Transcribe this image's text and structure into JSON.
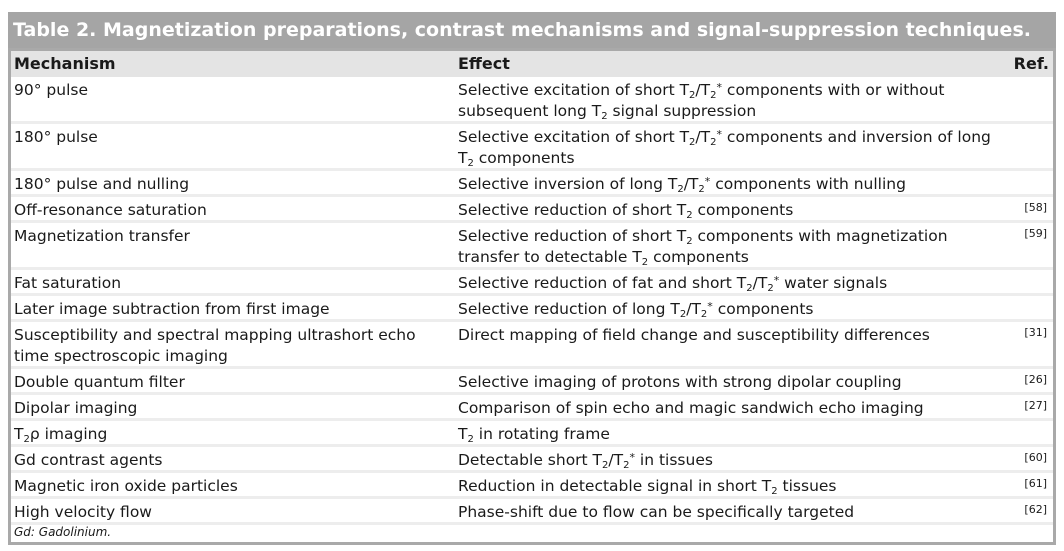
{
  "table": {
    "title": "Table 2. Magnetization preparations, contrast mechanisms and signal-suppression techniques.",
    "headers": {
      "mechanism": "Mechanism",
      "effect": "Effect",
      "ref": "Ref."
    },
    "footnote": "Gd: Gadolinium."
  },
  "rows": [
    {
      "mechanism": "90° pulse",
      "effect": "Selective excitation of short T<sub>2</sub>/T<sub>2</sub><sup>*</sup> components with or without subsequent long T<sub>2</sub> signal suppression",
      "ref": "",
      "size": "h1"
    },
    {
      "mechanism": "180° pulse",
      "effect": "Selective excitation of short T<sub>2</sub>/T<sub>2</sub><sup>*</sup> components and inversion of long T<sub>2</sub> components",
      "ref": "",
      "size": "h1"
    },
    {
      "mechanism": "180° pulse and nulling",
      "effect": "Selective inversion of long T<sub>2</sub>/T<sub>2</sub><sup>*</sup> components with nulling",
      "ref": "",
      "size": "h2"
    },
    {
      "mechanism": "Off-resonance saturation",
      "effect": "Selective reduction of short T<sub>2</sub> components",
      "ref": "[58]",
      "size": "h2"
    },
    {
      "mechanism": "Magnetization transfer",
      "effect": "Selective reduction of short T<sub>2</sub> components with magnetization transfer to detectable T<sub>2</sub> components",
      "ref": "[59]",
      "size": "h1"
    },
    {
      "mechanism": "Fat saturation",
      "effect": "Selective reduction of fat and short T<sub>2</sub>/T<sub>2</sub><sup>*</sup> water signals",
      "ref": "",
      "size": "h2"
    },
    {
      "mechanism": "Later image subtraction from first image",
      "effect": "Selective reduction of long T<sub>2</sub>/T<sub>2</sub><sup>*</sup> components",
      "ref": "",
      "size": "h2"
    },
    {
      "mechanism": "Susceptibility and spectral mapping ultrashort echo time spectroscopic imaging",
      "effect": "Direct mapping of field change and susceptibility differences",
      "ref": "[31]",
      "size": "h1"
    },
    {
      "mechanism": "Double quantum filter",
      "effect": "Selective imaging of protons with strong dipolar coupling",
      "ref": "[26]",
      "size": "h2"
    },
    {
      "mechanism": "Dipolar imaging",
      "effect": "Comparison of spin echo and magic sandwich echo imaging",
      "ref": "[27]",
      "size": "h2"
    },
    {
      "mechanism": "T<sub>2</sub>ρ imaging",
      "effect": "T<sub>2</sub> in rotating frame",
      "ref": "",
      "size": "h2"
    },
    {
      "mechanism": "Gd contrast agents",
      "effect": "Detectable short T<sub>2</sub>/T<sub>2</sub><sup>*</sup> in tissues",
      "ref": "[60]",
      "size": "h2"
    },
    {
      "mechanism": "Magnetic iron oxide particles",
      "effect": "Reduction in detectable signal in short T<sub>2</sub> tissues",
      "ref": "[61]",
      "size": "h2"
    },
    {
      "mechanism": "High velocity flow",
      "effect": "Phase-shift due to flow can be specifically targeted",
      "ref": "[62]",
      "size": "h2"
    }
  ]
}
